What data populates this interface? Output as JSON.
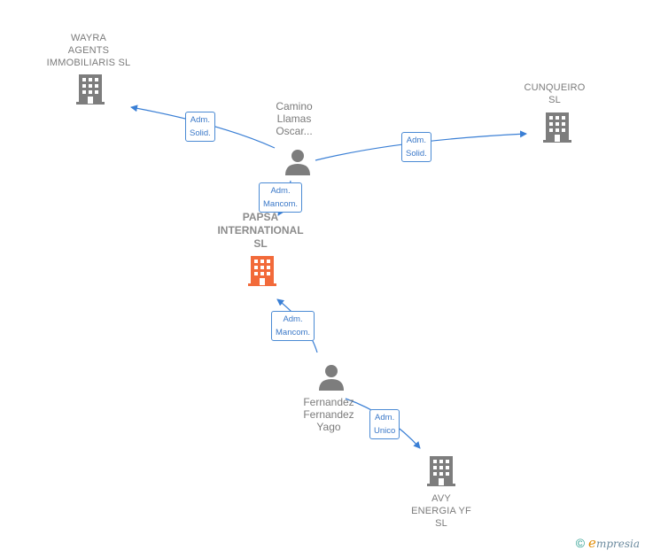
{
  "nodes": {
    "wayra": {
      "lines": [
        "WAYRA",
        "AGENTS",
        "IMMOBILIARIS SL"
      ],
      "type": "company",
      "color": "#7d7d7d"
    },
    "cunqueiro": {
      "lines": [
        "CUNQUEIRO",
        "SL"
      ],
      "type": "company",
      "color": "#7d7d7d"
    },
    "camino": {
      "lines": [
        "Camino",
        "Llamas",
        "Oscar..."
      ],
      "type": "person",
      "color": "#7d7d7d"
    },
    "papsa": {
      "lines": [
        "PAPSA",
        "INTERNATIONAL",
        "SL"
      ],
      "type": "company",
      "color": "#f26a3a"
    },
    "fernandez": {
      "lines": [
        "Fernandez",
        "Fernandez",
        "Yago"
      ],
      "type": "person",
      "color": "#7d7d7d"
    },
    "avy": {
      "lines": [
        "AVY",
        "ENERGIA YF",
        "SL"
      ],
      "type": "company",
      "color": "#7d7d7d"
    }
  },
  "edges": {
    "camino_wayra": {
      "line1": "Adm.",
      "line2": "Solid."
    },
    "camino_cunqueiro": {
      "line1": "Adm.",
      "line2": "Solid."
    },
    "camino_papsa": {
      "line1": "Adm.",
      "line2": "Mancom."
    },
    "fernandez_papsa": {
      "line1": "Adm.",
      "line2": "Mancom."
    },
    "fernandez_avy": {
      "line1": "Adm.",
      "line2": "Unico"
    }
  },
  "colors": {
    "edge": "#3a7fd5",
    "company": "#7d7d7d",
    "highlight": "#f26a3a"
  },
  "brand": {
    "copyright": "©",
    "initial": "e",
    "name": "mpresia"
  }
}
